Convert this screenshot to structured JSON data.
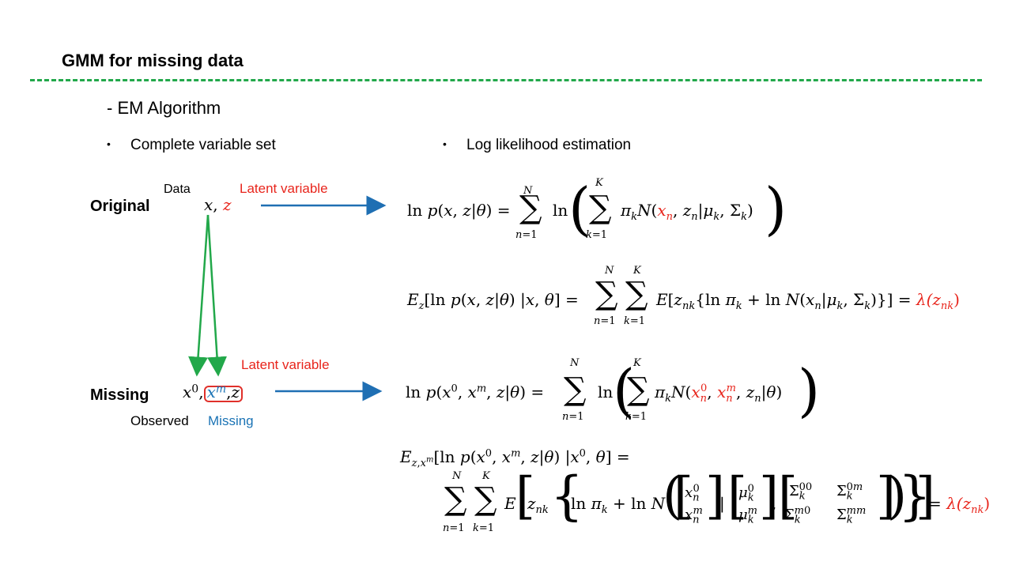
{
  "slide": {
    "title": "GMM for missing data",
    "subtitle": "- EM Algorithm",
    "bullets": {
      "left": "Complete  variable  set",
      "right": "Log  likelihood  estimation"
    }
  },
  "diagram": {
    "original_label": "Original",
    "missing_label": "Missing",
    "data_label": "Data",
    "latent_label_top": "Latent variable",
    "latent_label_bottom": "Latent variable",
    "observed_label": "Observed",
    "missing_sub_label": "Missing",
    "original_vars": {
      "x": "x",
      "sep": ", ",
      "z": "z"
    },
    "missing_vars": {
      "xo": "x",
      "xo_sup": "0",
      "sep1": ",",
      "xm": "x",
      "xm_sup": "m",
      "sep2": ",",
      "z": "z"
    }
  },
  "equations": {
    "eq1": "ln p(x, z|θ) = Σ_{n=1}^{N} ln( Σ_{k=1}^{K} π_k N(x_n, z_n|μ_k, Σ_k) )",
    "eq2": "E_z[ln p(x, z|θ) |x, θ] = Σ_{n=1}^{N} Σ_{k=1}^{K} E[z_nk{ln π_k + ln N(x_n|μ_k, Σ_k)}] = λ(z_nk)",
    "eq3": "ln p(x^0, x^m, z|θ) = Σ_{n=1}^{N} ln( Σ_{k=1}^{K} π_k N(x_n^0, x_n^m, z_n|θ) )",
    "eq4a": "E_{z,x^m}[ln p(x^0, x^m, z|θ) |x^0, θ] =",
    "eq4b": "Σ_{n=1}^{N} Σ_{k=1}^{K} E[z_nk{ln π_k + ln N([x_n^0; x_n^m] | [μ_k^0; μ_k^m], [Σ_k^00 Σ_k^0m; Σ_k^m0 Σ_k^mm])}] = λ(z_nk)",
    "lambda": "λ(z",
    "lambda_sub": "nk",
    "lambda_close": ")"
  },
  "colors": {
    "accent_red": "#e8251c",
    "accent_blue": "#1a73b5",
    "green": "#22a84a",
    "arrow_blue": "#1f6fb3"
  }
}
